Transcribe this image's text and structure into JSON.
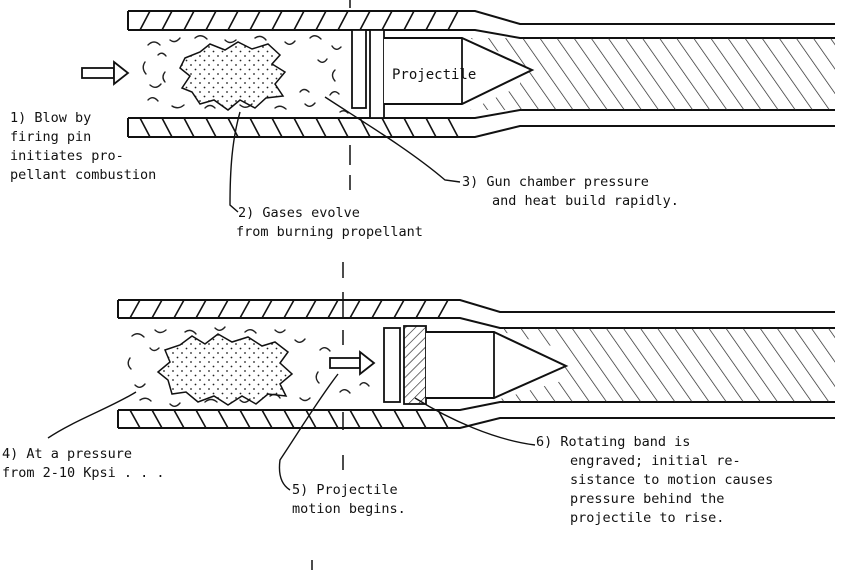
{
  "upper_diagram": {
    "projectile_text": "Projectile",
    "label_1": [
      "1) Blow by",
      "firing pin",
      "initiates pro-",
      "pellant combustion"
    ],
    "label_2": [
      "2) Gases evolve",
      "from burning propellant"
    ],
    "label_3": [
      "3) Gun chamber pressure",
      "and heat build rapidly."
    ]
  },
  "lower_diagram": {
    "label_4": [
      "4) At a pressure",
      "from 2-10 Kpsi . . ."
    ],
    "label_5": [
      "5) Projectile",
      "motion begins."
    ],
    "label_6": [
      "6) Rotating band is",
      "engraved; initial re-",
      "sistance to motion causes",
      "pressure behind the",
      "projectile to rise."
    ]
  }
}
